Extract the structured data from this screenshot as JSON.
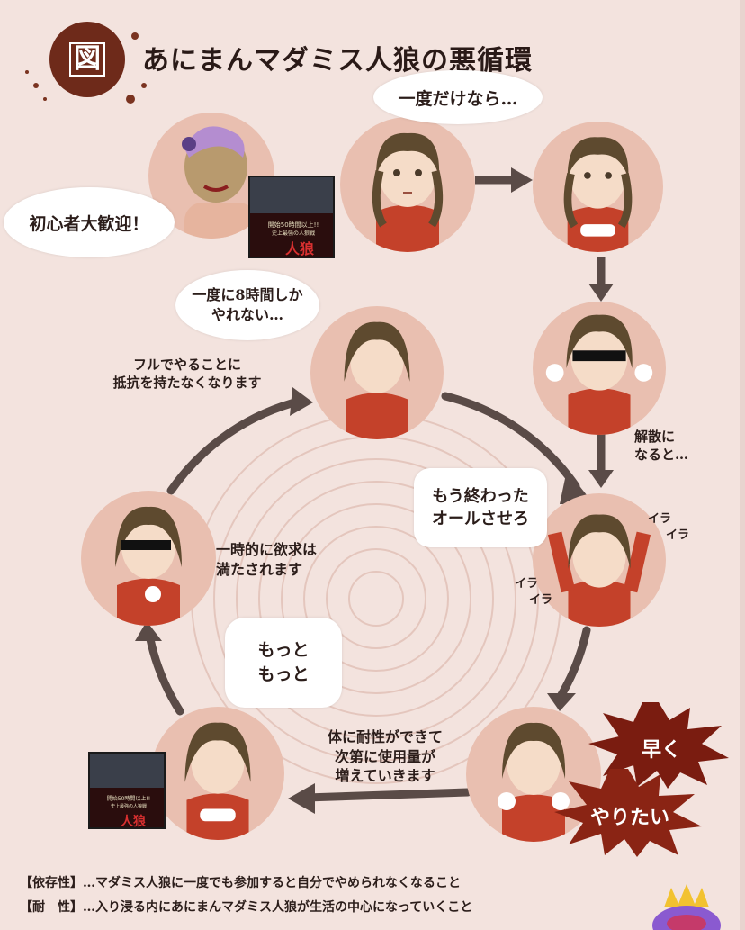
{
  "figure_badge": "図",
  "title": "あにまんマダミス人狼の悪循環",
  "bubbles": {
    "welcome": "初心者大歓迎！",
    "just_once": "一度だけなら…",
    "only_8h_line1": "一度に8時間しか",
    "only_8h_line2": "やれない…",
    "already_over_line1": "もう終わった",
    "already_over_line2": "オールさせろ",
    "more_line1": "もっと",
    "more_line2": "もっと"
  },
  "notes": {
    "full_line1": "フルでやることに",
    "full_line2": "抵抗を持たなくなります",
    "satisfied_line1": "一時的に欲求は",
    "satisfied_line2": "満たされます",
    "disband_line1": "解散に",
    "disband_line2": "なると…",
    "tolerance_line1": "体に耐性ができて",
    "tolerance_line2": "次第に使用量が",
    "tolerance_line3": "増えていきます",
    "irritated1": "イラ",
    "irritated2": "イラ",
    "irritated3": "イラ",
    "irritated4": "イラ"
  },
  "bursts": {
    "hurry": "早く",
    "want": "やりたい"
  },
  "poster": {
    "headline": "開始50時間以上!!",
    "subline": "史上最強の人狼戦",
    "logo": "人狼"
  },
  "legend": {
    "dependence_label": "【依存性】",
    "dependence_text": "…マダミス人狼に一度でも参加すると自分でやめられなくなること",
    "tolerance_label": "【耐　性】",
    "tolerance_text": "…入り浸る内にあにまんマダミス人狼が生活の中心になっていくこと"
  },
  "colors": {
    "background": "#f3e3de",
    "node_fill": "#e9bfb0",
    "arrow": "#5a4b47",
    "badge": "#6e2a1a",
    "shirt": "#c4412a",
    "burst": "#7a1c10"
  }
}
